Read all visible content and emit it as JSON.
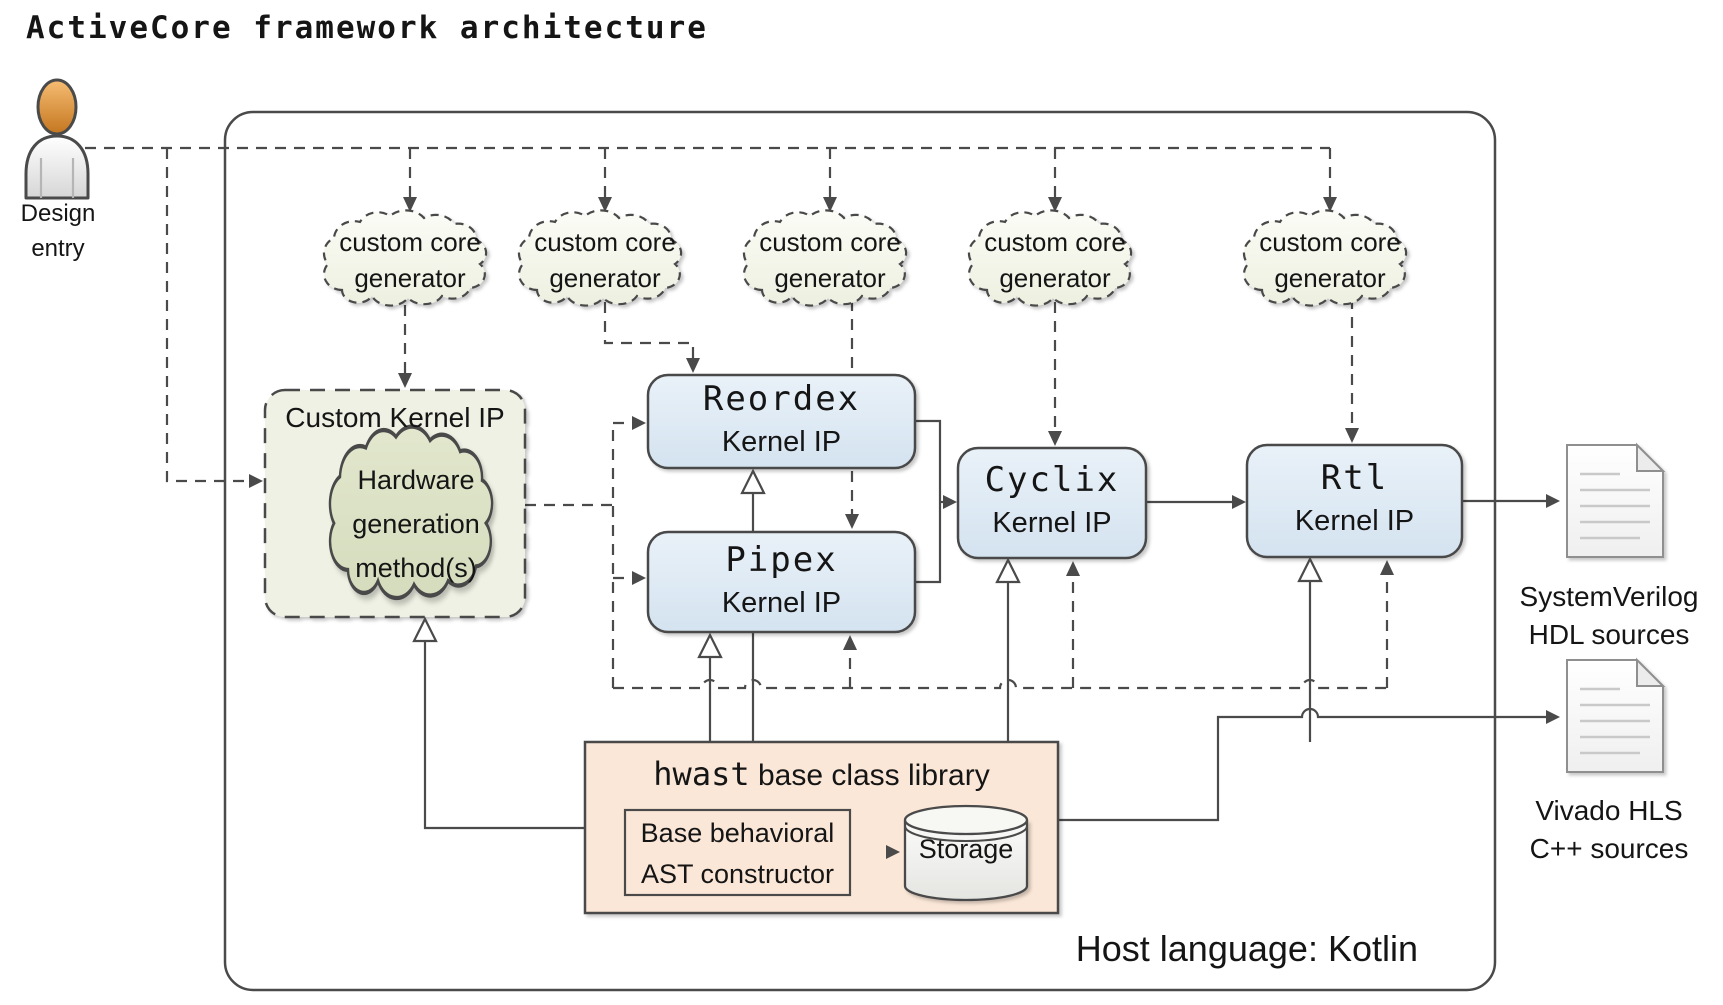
{
  "title": "ActiveCore framework architecture",
  "person": {
    "line1": "Design",
    "line2": "entry"
  },
  "clouds": [
    {
      "line1": "custom core",
      "line2": "generator"
    },
    {
      "line1": "custom core",
      "line2": "generator"
    },
    {
      "line1": "custom core",
      "line2": "generator"
    },
    {
      "line1": "custom core",
      "line2": "generator"
    },
    {
      "line1": "custom core",
      "line2": "generator"
    }
  ],
  "custom_kernel": {
    "title": "Custom Kernel IP",
    "cloud_line1": "Hardware",
    "cloud_line2": "generation",
    "cloud_line3": "method(s)"
  },
  "kernels": [
    {
      "name": "Reordex",
      "subtitle": "Kernel IP"
    },
    {
      "name": "Pipex",
      "subtitle": "Kernel IP"
    },
    {
      "name": "Cyclix",
      "subtitle": "Kernel IP"
    },
    {
      "name": "Rtl",
      "subtitle": "Kernel IP"
    }
  ],
  "library": {
    "name": "hwast",
    "title_rest": " base class library",
    "ast_line1": "Base behavioral",
    "ast_line2": "AST constructor",
    "storage": "Storage"
  },
  "outputs": [
    {
      "line1": "SystemVerilog",
      "line2": "HDL sources"
    },
    {
      "line1": "Vivado HLS",
      "line2": "C++ sources"
    }
  ],
  "host_label": "Host language: Kotlin",
  "colors": {
    "line": "#4a4a4a",
    "kernel_fill": "#dbe8f4",
    "custom_kernel_fill": "#eef1e3",
    "inner_cloud_fill": "#dce2c6",
    "generator_cloud_fill": "#f6f8ee",
    "library_fill": "#fbe7d7",
    "text": "#151515"
  }
}
